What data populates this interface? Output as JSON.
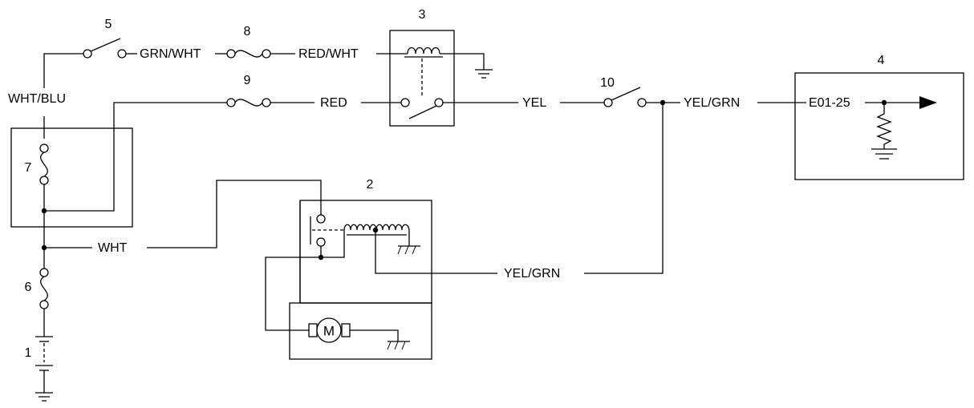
{
  "components": {
    "battery": {
      "number": "1"
    },
    "motor_unit": {
      "number": "2",
      "motor_symbol": "M"
    },
    "relay": {
      "number": "3"
    },
    "control_module": {
      "number": "4",
      "pin_label": "E01-25"
    },
    "switch_upper": {
      "number": "5"
    },
    "fuse_lower": {
      "number": "6"
    },
    "fuse_link": {
      "number": "7"
    },
    "fuse_upper": {
      "number": "8"
    },
    "fuse_middle": {
      "number": "9"
    },
    "switch_right": {
      "number": "10"
    }
  },
  "wires": {
    "battery_feed": "WHT/BLU",
    "switch_to_fuse": "GRN/WHT",
    "fuse_to_relay_coil": "RED/WHT",
    "fuse_to_relay_contact": "RED",
    "relay_output": "YEL",
    "to_module": "YEL/GRN",
    "motor_signal": "YEL/GRN",
    "motor_feed": "WHT"
  },
  "colors": {
    "line": "#000000",
    "background": "#ffffff"
  }
}
